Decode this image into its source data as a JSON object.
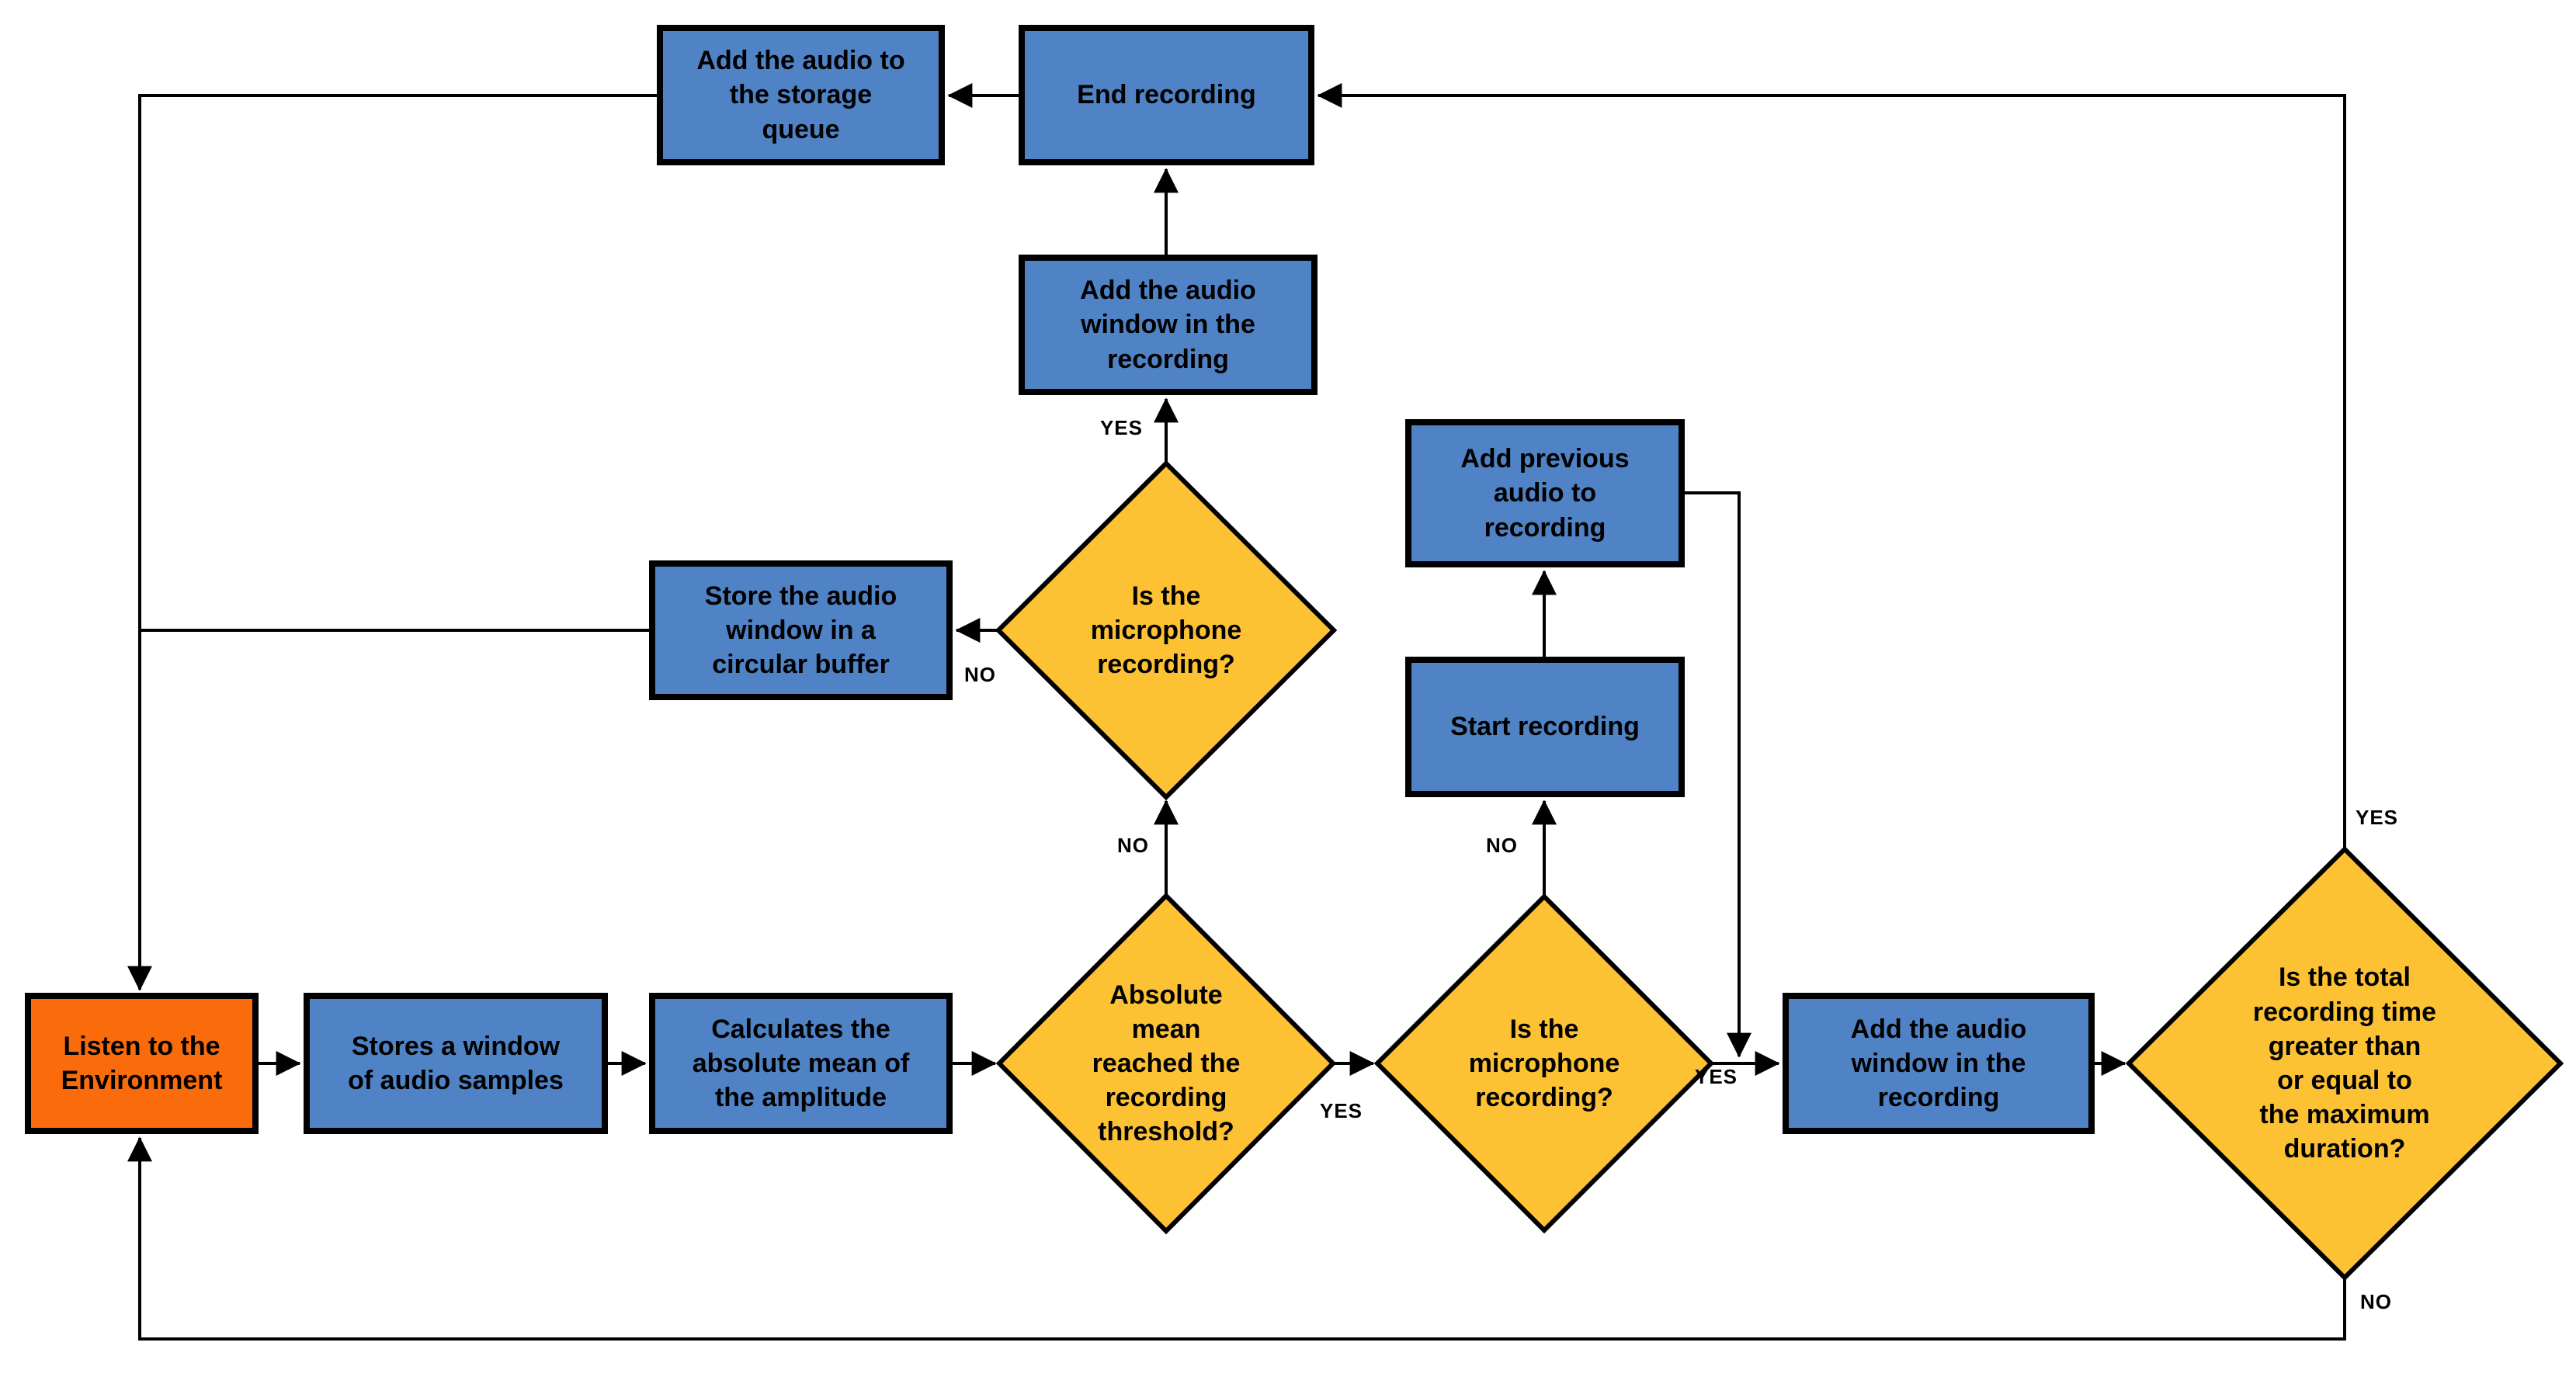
{
  "colors": {
    "process_fill": "#4f83c6",
    "start_fill": "#f96b0b",
    "decision_fill": "#fcc233",
    "line_color": "#000000",
    "bg_color": "#ffffff",
    "text_color": "#000000"
  },
  "nodes": {
    "listen": {
      "type": "start",
      "label": "Listen to the\nEnvironment"
    },
    "stores_window": {
      "type": "process",
      "label": "Stores a window\nof audio samples"
    },
    "calculates_mean": {
      "type": "process",
      "label": "Calculates the\nabsolute mean of\nthe amplitude"
    },
    "absolute_mean": {
      "type": "decision",
      "label": "Absolute\nmean\nreached the\nrecording\nthreshold?"
    },
    "mic_recording_top": {
      "type": "decision",
      "label": "Is the\nmicrophone\nrecording?"
    },
    "mic_recording_bottom": {
      "type": "decision",
      "label": "Is the\nmicrophone\nrecording?"
    },
    "store_circular": {
      "type": "process",
      "label": "Store the audio\nwindow in a\ncircular buffer"
    },
    "add_window_top": {
      "type": "process",
      "label": "Add the audio\nwindow in the\nrecording"
    },
    "end_recording": {
      "type": "process",
      "label": "End recording"
    },
    "add_storage_queue": {
      "type": "process",
      "label": "Add the audio to\nthe storage\nqueue"
    },
    "add_previous": {
      "type": "process",
      "label": "Add previous\naudio to\nrecording"
    },
    "start_recording": {
      "type": "process",
      "label": "Start recording"
    },
    "add_window_right": {
      "type": "process",
      "label": "Add the audio\nwindow in the\nrecording"
    },
    "duration": {
      "type": "decision",
      "label": "Is the total\nrecording time\ngreater than\nor equal to\nthe maximum\nduration?"
    }
  },
  "edge_labels": {
    "mic_top_yes": "YES",
    "mic_top_no": "NO",
    "absolute_no": "NO",
    "absolute_yes": "YES",
    "mic_bottom_no": "NO",
    "mic_bottom_yes": "YES",
    "duration_yes": "YES",
    "duration_no": "NO"
  }
}
